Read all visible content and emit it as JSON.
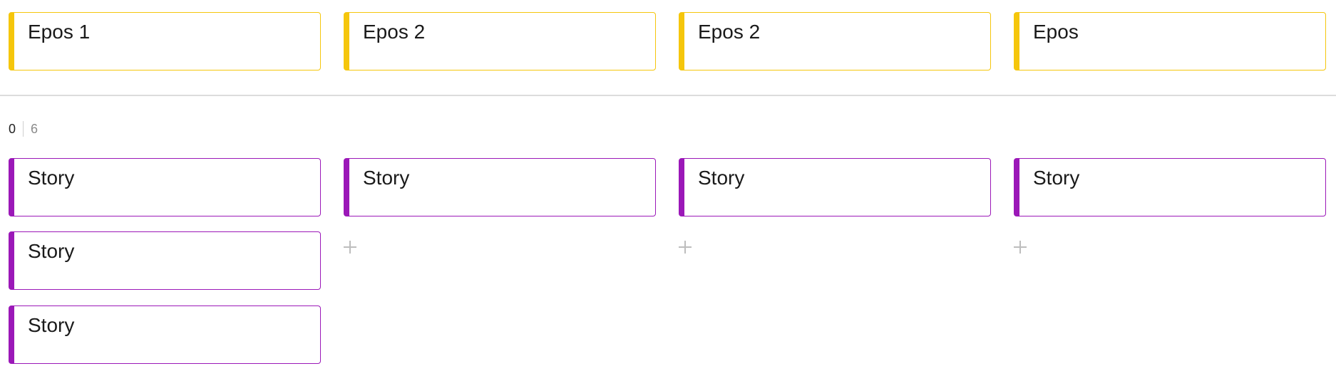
{
  "epics": [
    {
      "title": "Epos 1"
    },
    {
      "title": "Epos 2"
    },
    {
      "title": "Epos 2"
    },
    {
      "title": "Epos"
    }
  ],
  "counter": {
    "done": "0",
    "total": "6"
  },
  "columns": [
    {
      "stories": [
        {
          "title": "Story"
        },
        {
          "title": "Story"
        },
        {
          "title": "Story"
        }
      ]
    },
    {
      "stories": [
        {
          "title": "Story"
        }
      ]
    },
    {
      "stories": [
        {
          "title": "Story"
        }
      ]
    },
    {
      "stories": [
        {
          "title": "Story"
        }
      ]
    }
  ],
  "colors": {
    "epic_accent": "#f5c60c",
    "story_accent": "#9b18b8",
    "divider": "#dcdcdc",
    "add_icon": "#bdbdbd"
  },
  "icons": {
    "add": "plus-icon"
  }
}
